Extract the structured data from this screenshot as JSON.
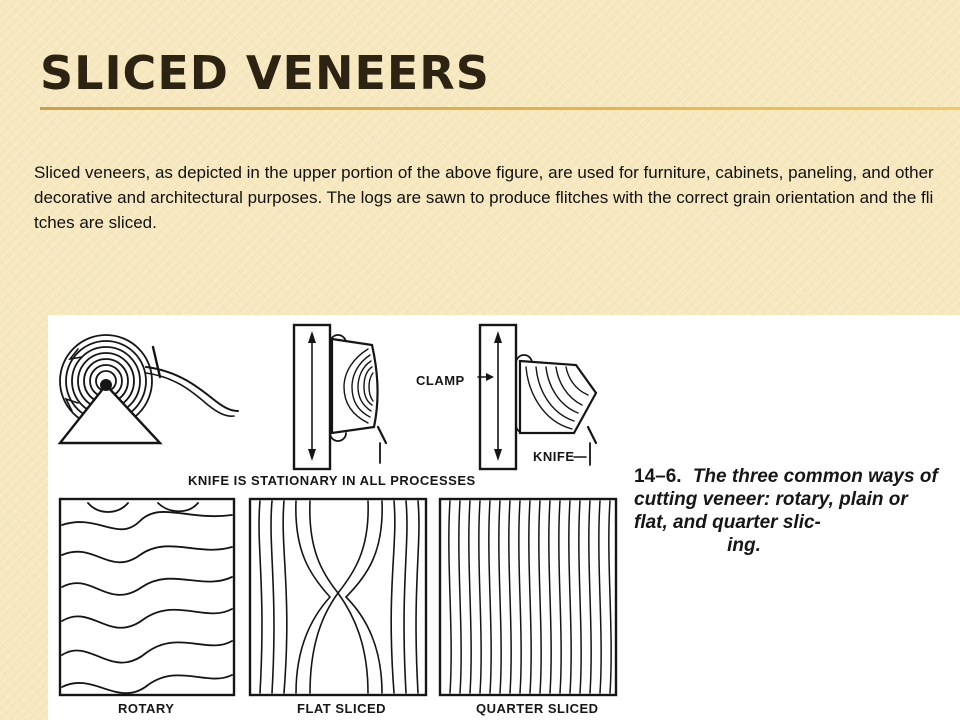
{
  "slide": {
    "title": "SLICED VENEERS",
    "paragraph": "Sliced veneers, as depicted in the upper portion of the above figure, are used for furniture, cabinets, paneling, and other decorative and architectural purposes. The logs are sawn to produce flitches with the correct grain orientation and the flitches are sliced."
  },
  "figure": {
    "labels": {
      "clamp": "CLAMP",
      "knife": "KNIFE",
      "stationary": "KNIFE IS STATIONARY IN ALL PROCESSES",
      "rotary": "ROTARY",
      "flat": "FLAT SLICED",
      "quarter": "QUARTER SLICED"
    },
    "caption": {
      "number": "14–6.",
      "text": "The three common ways of cutting veneer: rotary, plain or flat, and quarter slic-",
      "last_line": "ing."
    }
  },
  "colors": {
    "background": "#f6e7bd",
    "accent_rule": "#e7b34c",
    "title": "#2d2313",
    "ink": "#161616"
  }
}
